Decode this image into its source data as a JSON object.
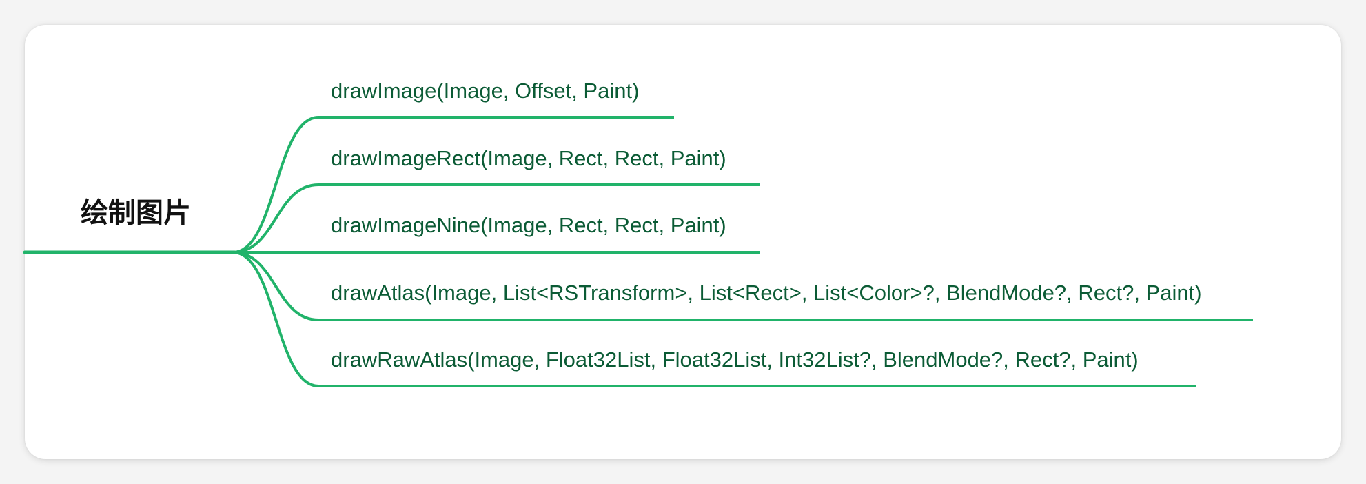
{
  "mindmap": {
    "root": "绘制图片",
    "branches": [
      {
        "label": "drawImage(Image, Offset, Paint)"
      },
      {
        "label": "drawImageRect(Image, Rect, Rect, Paint)"
      },
      {
        "label": "drawImageNine(Image, Rect, Rect, Paint)"
      },
      {
        "label": "drawAtlas(Image, List<RSTransform>, List<Rect>, List<Color>?, BlendMode?, Rect?, Paint)"
      },
      {
        "label": "drawRawAtlas(Image, Float32List, Float32List, Int32List?, BlendMode?, Rect?, Paint)"
      }
    ]
  },
  "colors": {
    "line": "#21b36a",
    "branch_text": "#0b5b35",
    "root_text": "#111111",
    "card": "#ffffff",
    "background": "#f4f4f4"
  }
}
